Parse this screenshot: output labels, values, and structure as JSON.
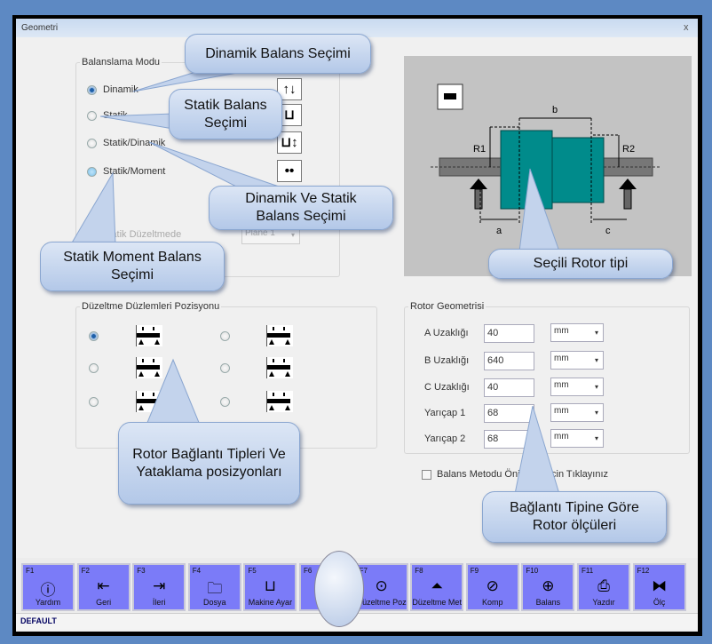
{
  "window": {
    "title": "Geometri",
    "close": "x"
  },
  "balance_mode": {
    "legend": "Balanslama Modu",
    "options": [
      {
        "label": "Dinamik",
        "selected": true,
        "icon": "↑↓"
      },
      {
        "label": "Statik",
        "selected": false,
        "icon": "⊔"
      },
      {
        "label": "Statik/Dinamik",
        "selected": false,
        "icon": "⊔↕"
      },
      {
        "label": "Statik/Moment",
        "selected": false,
        "icon": "••"
      }
    ],
    "static_correction_label": "Statik Düzeltmede",
    "plane_select": "Plane 1"
  },
  "correction_planes": {
    "legend": "Düzeltme Düzlemleri Pozisyonu"
  },
  "rotor_diagram": {
    "labels": {
      "a": "a",
      "b": "b",
      "c": "c",
      "r1": "R1",
      "r2": "R2"
    },
    "rotor_color": "#008b8b"
  },
  "rotor_geometry": {
    "legend": "Rotor Geometrisi",
    "rows": [
      {
        "label": "A Uzaklığı",
        "value": "40",
        "unit": "mm"
      },
      {
        "label": "B Uzaklığı",
        "value": "640",
        "unit": "mm"
      },
      {
        "label": "C Uzaklığı",
        "value": "40",
        "unit": "mm"
      },
      {
        "label": "Yarıçap 1",
        "value": "68",
        "unit": "mm"
      },
      {
        "label": "Yarıçap 2",
        "value": "68",
        "unit": "mm"
      }
    ]
  },
  "preview_checkbox": {
    "label": "Balans Metodu Önizleme İçin Tıklayınız",
    "checked": false
  },
  "toolbar": [
    {
      "key": "F1",
      "label": "Yardım",
      "icon": "ⓘ"
    },
    {
      "key": "F2",
      "label": "Geri",
      "icon": "⇤"
    },
    {
      "key": "F3",
      "label": "İleri",
      "icon": "⇥"
    },
    {
      "key": "F4",
      "label": "Dosya",
      "icon": "🗀"
    },
    {
      "key": "F5",
      "label": "Makine Ayar",
      "icon": "⊔"
    },
    {
      "key": "F6",
      "label": "",
      "icon": ""
    },
    {
      "key": "F7",
      "label": "Düzeltme Poz",
      "icon": "⊙"
    },
    {
      "key": "F8",
      "label": "Düzeltme Met",
      "icon": "⏶"
    },
    {
      "key": "F9",
      "label": "Komp",
      "icon": "⊘"
    },
    {
      "key": "F10",
      "label": "Balans",
      "icon": "⊕"
    },
    {
      "key": "F11",
      "label": "Yazdır",
      "icon": "⎙"
    },
    {
      "key": "F12",
      "label": "Ölç",
      "icon": "⧓"
    }
  ],
  "status": {
    "text": "DEFAULT"
  },
  "callouts": {
    "dynamic": "Dinamik Balans Seçimi",
    "static": "Statik Balans Seçimi",
    "dyn_static": "Dinamik Ve Statik Balans Seçimi",
    "static_moment": "Statik Moment Balans Seçimi",
    "rotor_type": "Seçili Rotor tipi",
    "connection": "Rotor Bağlantı Tipleri Ve Yataklama posizyonları",
    "dimensions": "Bağlantı Tipine Göre Rotor ölçüleri"
  }
}
